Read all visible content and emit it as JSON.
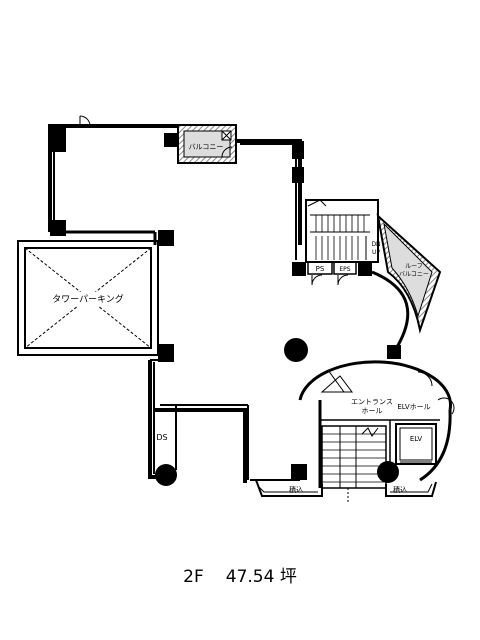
{
  "plan": {
    "labels": {
      "tower_parking": "タワーパーキング",
      "balcony": "バルコニー",
      "roof_balcony_line1": "ルーフ",
      "roof_balcony_line2": "バルコニー",
      "entrance_hall_line1": "エントランス",
      "entrance_hall_line2": "ホール",
      "elv_hall": "ELVホール",
      "elv": "ELV",
      "ds": "DS",
      "ps": "PS",
      "eps": "EPS",
      "dn": "DN",
      "up": "UP",
      "loading_left": "積込",
      "loading_right": "積込"
    }
  },
  "caption": {
    "floor": "2F",
    "area": "47.54",
    "unit": "坪"
  }
}
